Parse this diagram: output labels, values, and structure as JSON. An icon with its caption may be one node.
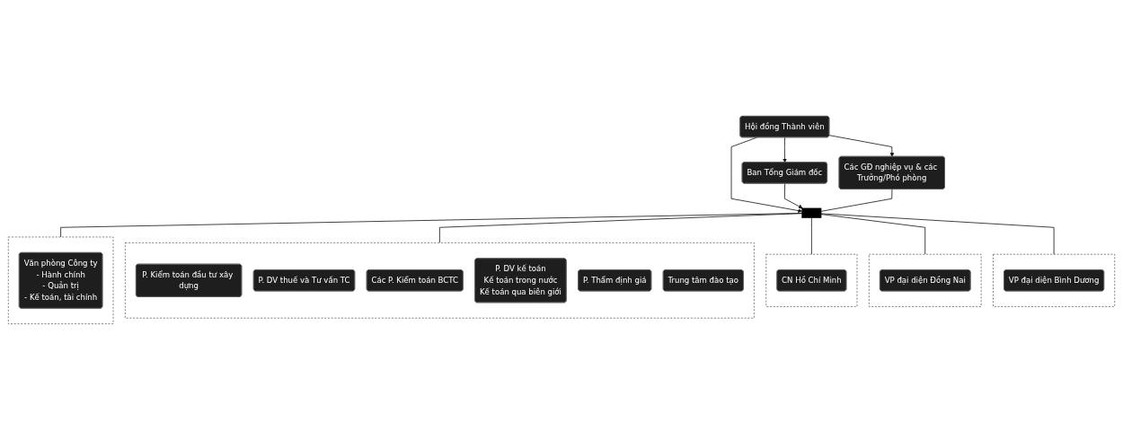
{
  "diagram": {
    "nodes": [
      {
        "text": [
          "Hội đồng Thành viên"
        ]
      },
      {
        "text": [
          "Ban Tổng Giám đốc"
        ]
      },
      {
        "text": [
          "Các GĐ nghiệp vụ & các Trưởng/Phó phòng"
        ]
      },
      {
        "text": [],
        "shape": "bar"
      },
      {
        "text": [],
        "shape": "box"
      },
      {
        "text": [
          "Văn phòng Công ty",
          "- Hành chính",
          "- Quản trị",
          "- Kế toán, tài chính"
        ],
        "in": 4
      },
      {
        "text": [],
        "shape": "box"
      },
      {
        "text": [
          "P. Kiểm toán đầu tư xây dựng"
        ],
        "in": 6
      },
      {
        "text": [
          "P. DV thuế và Tư vấn TC"
        ],
        "in": 6
      },
      {
        "text": [
          "Các P. Kiểm toán BCTC"
        ],
        "in": 6
      },
      {
        "text": [
          "P. DV kế toán",
          "Kế toán trong nước",
          "Kế toán qua biên giới"
        ],
        "in": 6
      },
      {
        "text": [
          "P. Thẩm định giá"
        ],
        "in": 6
      },
      {
        "text": [
          "Trung tâm đào tạo"
        ],
        "in": 6
      },
      {
        "text": [],
        "shape": "box"
      },
      {
        "text": [
          "CN Hồ Chí Minh"
        ],
        "in": 13
      },
      {
        "text": [],
        "shape": "box"
      },
      {
        "text": [
          "VP đại diện Đồng Nai"
        ],
        "in": 15
      },
      {
        "text": [],
        "shape": "box"
      },
      {
        "text": [
          "VP đại diện Bình Dương"
        ],
        "in": 17
      }
    ],
    "edges": [
      {
        "from": 0,
        "to": 1,
        "arrow": "to"
      },
      {
        "from": 0,
        "to": 2,
        "arrow": "to"
      },
      {
        "from": 0,
        "to": 3,
        "arrow": "to"
      },
      {
        "from": 1,
        "to": 3,
        "arrow": "to"
      },
      {
        "from": 2,
        "to": 3,
        "arrow": "none"
      },
      {
        "from": 3,
        "to": 4,
        "arrow": "none"
      },
      {
        "from": 3,
        "to": 6,
        "arrow": "none"
      },
      {
        "from": 3,
        "to": 13,
        "arrow": "none"
      },
      {
        "from": 3,
        "to": 15,
        "arrow": "none"
      },
      {
        "from": 3,
        "to": 17,
        "arrow": "none"
      }
    ]
  }
}
